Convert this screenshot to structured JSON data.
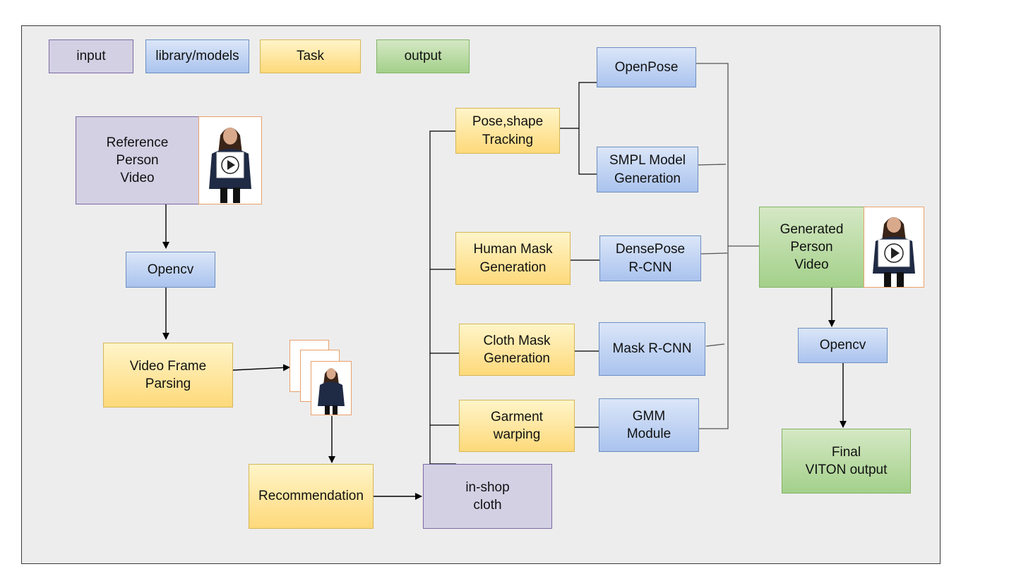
{
  "legend": {
    "input": "input",
    "library": "library/models",
    "task": "Task",
    "output": "output"
  },
  "nodes": {
    "reference_video": "Reference\nPerson\nVideo",
    "opencv_left": "Opencv",
    "frame_parsing": "Video Frame\nParsing",
    "recommendation": "Recommendation",
    "inshop_cloth": "in-shop\ncloth",
    "pose_tracking": "Pose,shape\nTracking",
    "openpose": "OpenPose",
    "smpl": "SMPL Model\nGeneration",
    "human_mask": "Human Mask\nGeneration",
    "densepose": "DensePose\nR-CNN",
    "cloth_mask": "Cloth Mask\nGeneration",
    "mask_rcnn": "Mask R-CNN",
    "garment_warping": "Garment\nwarping",
    "gmm": "GMM\nModule",
    "generated_video": "Generated\nPerson\nVideo",
    "opencv_right": "Opencv",
    "final_output": "Final\nVITON output"
  },
  "colors": {
    "input": "#d4d0e4",
    "library": "#aac3ee",
    "task": "#fdd97a",
    "output": "#a3d08a",
    "thumb_border": "#e9a06a",
    "person_top": "#1f2a44",
    "person_skin": "#d9a98c",
    "person_hair": "#3a2418"
  },
  "icons": {
    "video_thumbnail": "person-with-play-icon",
    "frame_stack": "video-frames-icon"
  }
}
